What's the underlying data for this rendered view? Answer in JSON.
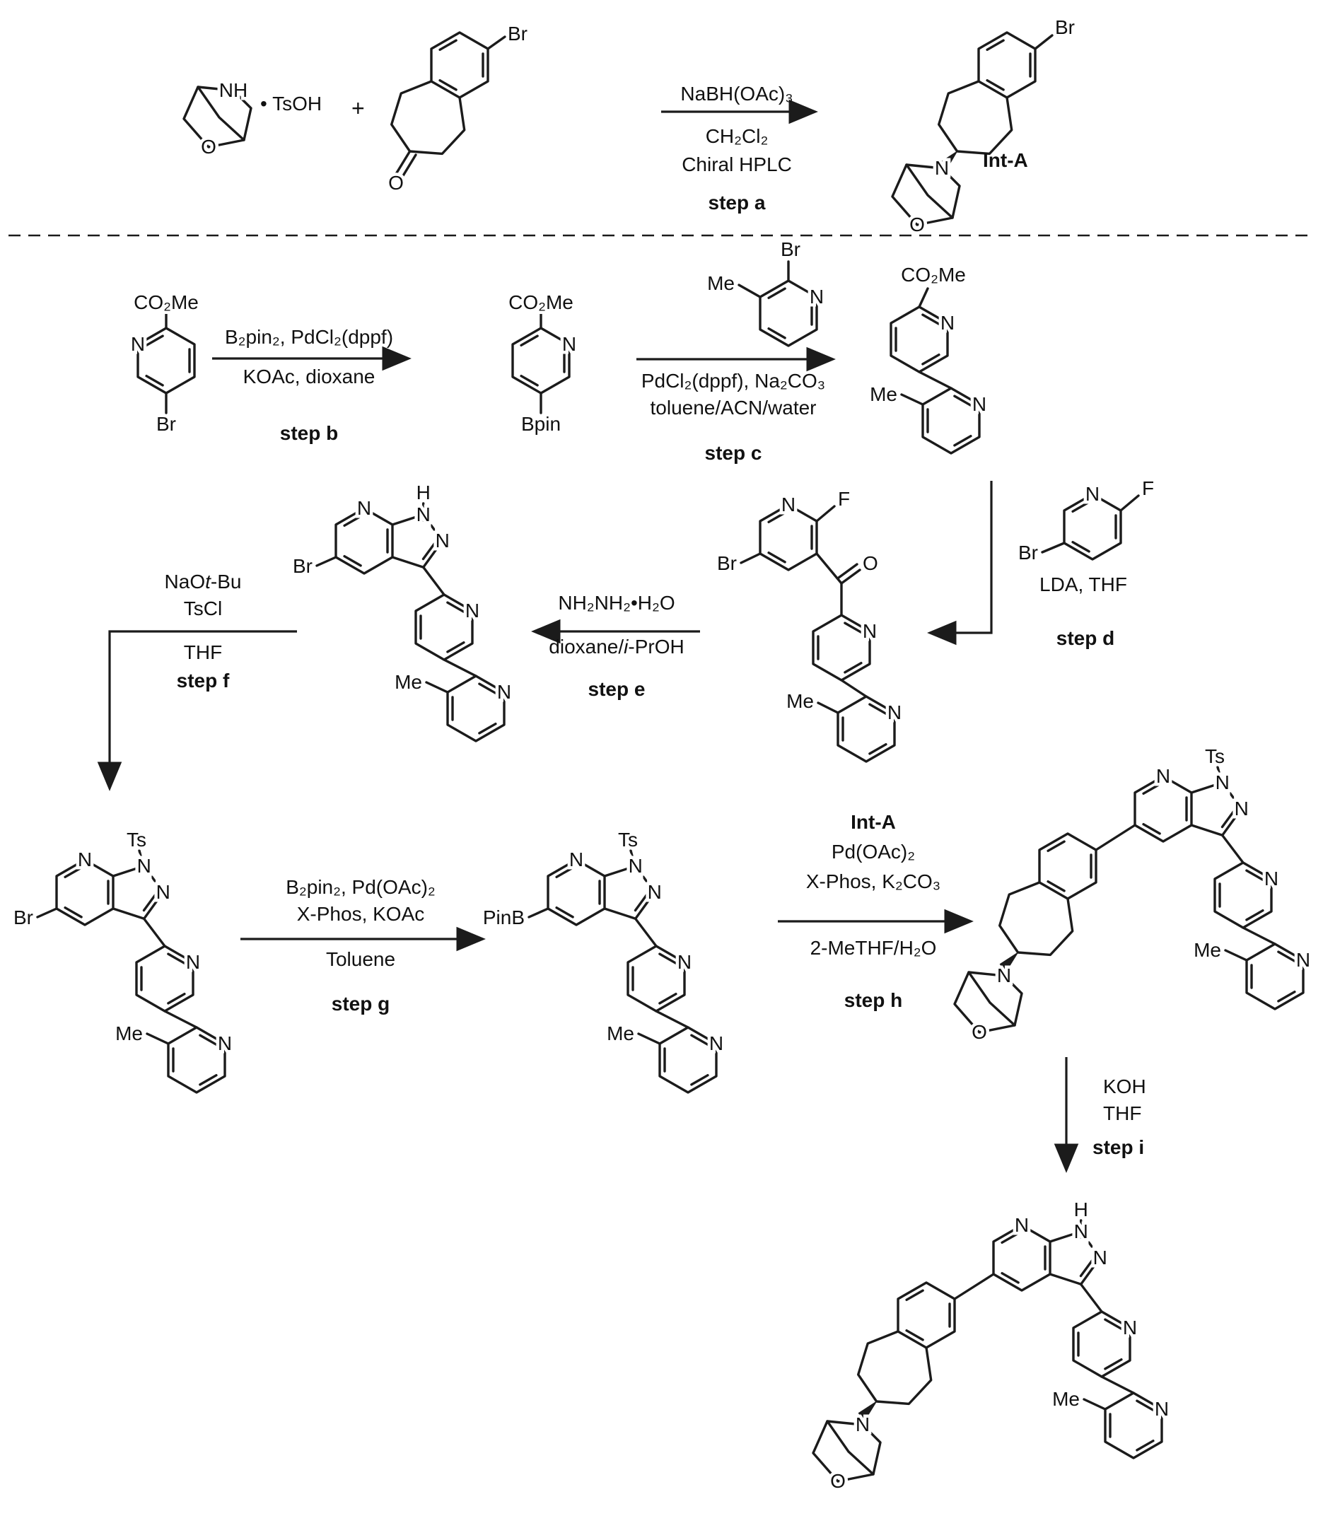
{
  "colors": {
    "ink": "#1b1b1b",
    "background": "#ffffff"
  },
  "atoms": {
    "N": "N",
    "NH": "NH",
    "H": "H",
    "O": "O",
    "Br": "Br",
    "F": "F",
    "Me": "Me",
    "Ts": "Ts",
    "CO2Me": "CO₂Me",
    "Bpin": "Bpin",
    "PinB": "PinB"
  },
  "row1": {
    "salt": "• TsOH",
    "plus": "+",
    "int_a_label": "Int-A"
  },
  "steps": {
    "a": {
      "above1": "NaBH(OAc)₃",
      "below1": "CH₂Cl₂",
      "below2": "Chiral HPLC",
      "label": "step a"
    },
    "b": {
      "above1": "B₂pin₂, PdCl₂(dppf)",
      "below1": "KOAc, dioxane",
      "label": "step b"
    },
    "c": {
      "below1": "PdCl₂(dppf), Na₂CO₃",
      "below2": "toluene/ACN/water",
      "label": "step c"
    },
    "d": {
      "side1": "LDA, THF",
      "label": "step d"
    },
    "e": {
      "above1": "NH₂NH₂•H₂O",
      "below_pre": "dioxane/",
      "below_italic": "i",
      "below_post": "-PrOH",
      "label": "step e"
    },
    "f": {
      "above1_pre": "NaO",
      "above1_italic": "t",
      "above1_post": "-Bu",
      "above2": "TsCl",
      "below1": "THF",
      "label": "step f"
    },
    "g": {
      "above1": "B₂pin₂, Pd(OAc)₂",
      "above2": "X-Phos, KOAc",
      "below1": "Toluene",
      "label": "step g"
    },
    "h": {
      "above1": "Int-A",
      "above2": "Pd(OAc)₂",
      "above3": "X-Phos, K₂CO₃",
      "below1": "2-MeTHF/H₂O",
      "label": "step h"
    },
    "i": {
      "side1": "KOH",
      "side2": "THF",
      "label": "step i"
    }
  }
}
